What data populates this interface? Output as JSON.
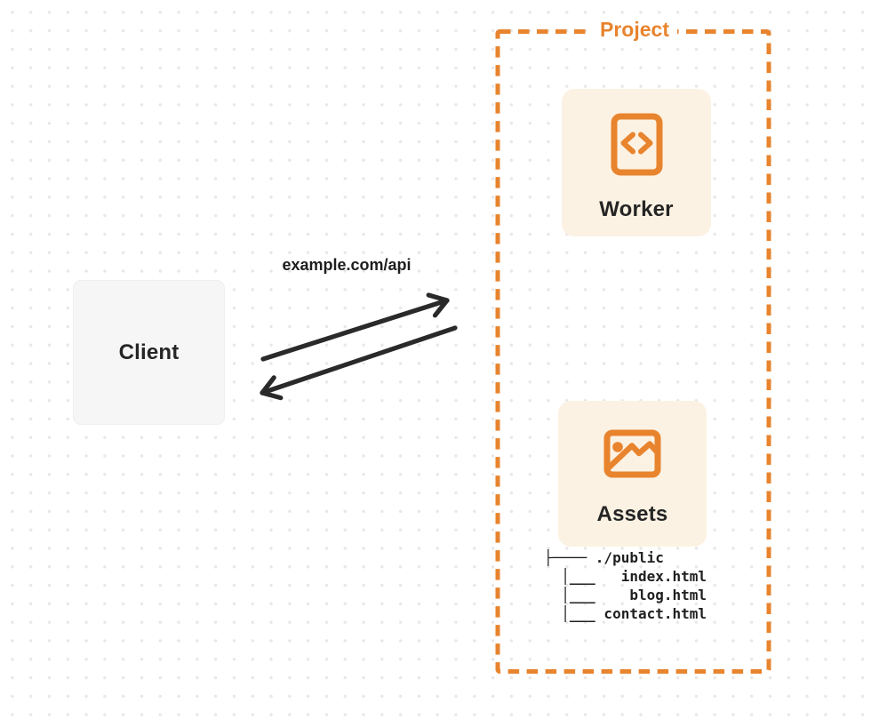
{
  "colors": {
    "accent_orange": "#E8842E",
    "card_background": "#FCF2E3",
    "client_background": "#F6F6F6",
    "arrow_black": "#2A2A2A",
    "text_dark": "#252525",
    "dot_grid": "#E7E7E7",
    "page_background": "#FFFFFF"
  },
  "diagram": {
    "client": {
      "label": "Client"
    },
    "request_label": "example.com/api",
    "project": {
      "title": "Project",
      "worker": {
        "label": "Worker",
        "icon": "code-file-icon"
      },
      "assets": {
        "label": "Assets",
        "icon": "image-icon"
      }
    },
    "file_tree": {
      "root": "./public",
      "files": [
        "index.html",
        "blog.html",
        "contact.html"
      ],
      "text": "├──── ./public\n  │___   index.html\n  │___    blog.html\n  │___ contact.html"
    }
  }
}
